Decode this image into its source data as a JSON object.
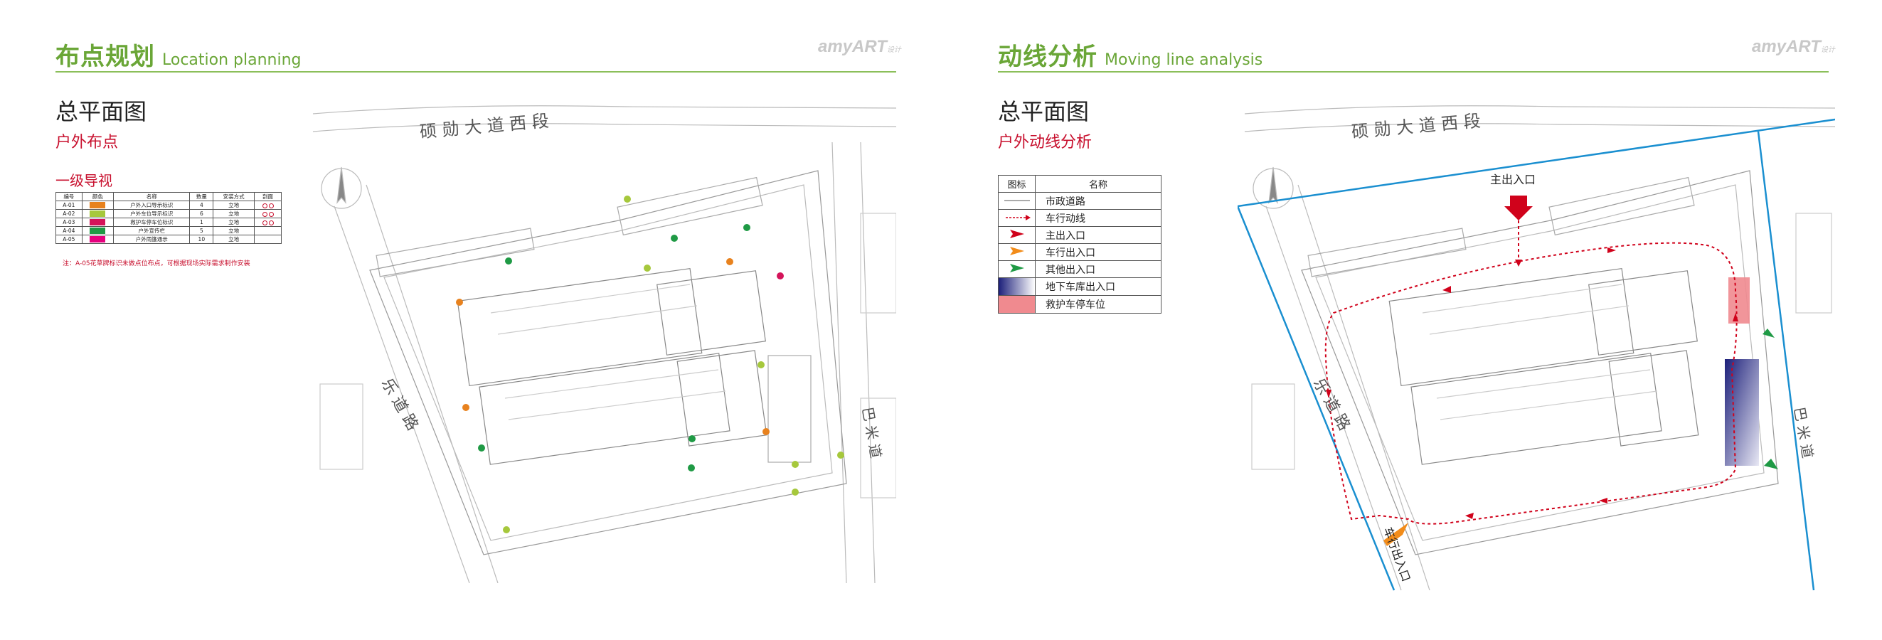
{
  "left": {
    "header": {
      "title": "布点规划",
      "subtitle": "Location planning"
    },
    "brand": {
      "name": "amyART",
      "small": "设计"
    },
    "page_title": "总平面图",
    "sub_title": "户外布点",
    "level_title": "一级导视",
    "sign_table": {
      "headers": [
        "编号",
        "颜色",
        "名称",
        "数量",
        "安装方式",
        "剖面"
      ],
      "rows": [
        {
          "code": "A-01",
          "color": "#e8821e",
          "name": "户外入口导示标识",
          "qty": "4",
          "method": "立地"
        },
        {
          "code": "A-02",
          "color": "#a6c83c",
          "name": "户外车位导示标识",
          "qty": "6",
          "method": "立地"
        },
        {
          "code": "A-03",
          "color": "#d4145a",
          "name": "救护车停车位标识",
          "qty": "1",
          "method": "立地"
        },
        {
          "code": "A-04",
          "color": "#1f9a45",
          "name": "户外宣传栏",
          "qty": "5",
          "method": "立地"
        },
        {
          "code": "A-05",
          "color": "#e6007e",
          "name": "户外雨篷通示",
          "qty": "10",
          "method": "立地"
        }
      ]
    },
    "note": "注：A-05花草牌标识未做点位布点，可根据现场实际需求制作安装",
    "map": {
      "street_top": "硕 勋 大 道 西 段",
      "street_left": "乐 道 路",
      "street_right": "巴 米 道"
    }
  },
  "right": {
    "header": {
      "title": "动线分析",
      "subtitle": "Moving line analysis"
    },
    "brand": {
      "name": "amyART",
      "small": "设计"
    },
    "page_title": "总平面图",
    "sub_title": "户外动线分析",
    "legend": {
      "headers": [
        "图标",
        "名称"
      ],
      "items": [
        {
          "icon": "municipal-road-icon",
          "name": "市政道路"
        },
        {
          "icon": "vehicle-route-icon",
          "name": "车行动线"
        },
        {
          "icon": "main-entrance-arrow-icon",
          "name": "主出入口"
        },
        {
          "icon": "vehicle-entrance-arrow-icon",
          "name": "车行出入口"
        },
        {
          "icon": "other-entrance-arrow-icon",
          "name": "其他出入口"
        },
        {
          "icon": "underground-garage-icon",
          "name": "地下车库出入口"
        },
        {
          "icon": "ambulance-parking-icon",
          "name": "救护车停车位"
        }
      ]
    },
    "map": {
      "street_top": "硕 勋 大 道 西 段",
      "street_left": "乐 道 路",
      "street_right": "巴 米 道",
      "label_main_entrance": "主出入口",
      "label_vehicle_entrance": "车行出入口"
    }
  },
  "colors": {
    "header_green": "#6aa637",
    "accent_red": "#c8102e",
    "road_blue": "#1a8fd0",
    "route_red": "#d0021b",
    "garage_navy": "#1c1f7a",
    "ambulance_pink": "#f08a8f",
    "entrance_orange": "#f28c1a",
    "entrance_green": "#1f9a45"
  }
}
